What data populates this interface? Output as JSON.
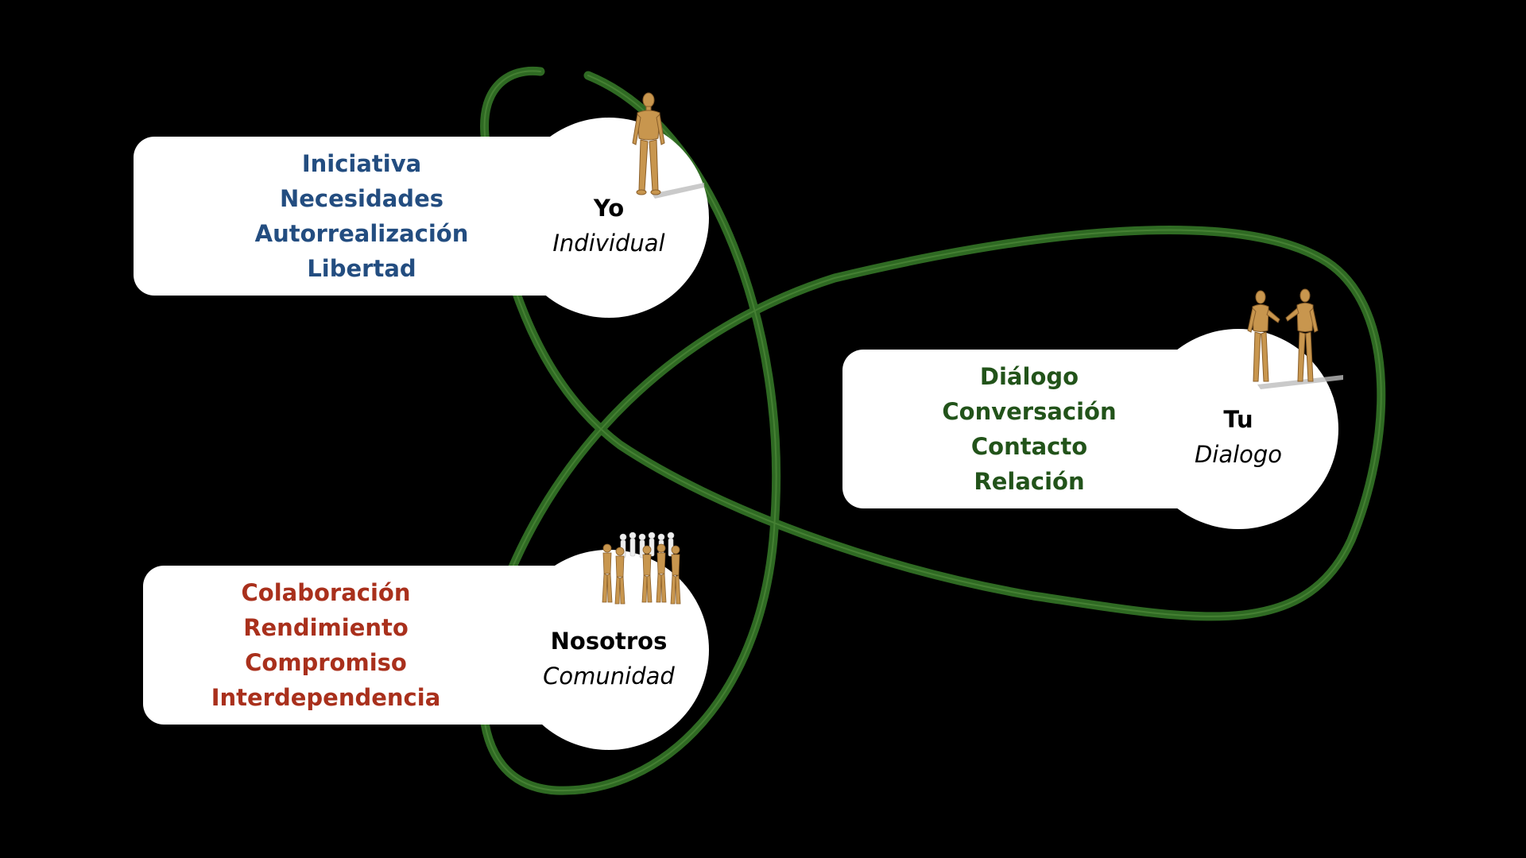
{
  "colors": {
    "background": "#000000",
    "loop": "#2f6a23",
    "yo_text": "#234d80",
    "tu_text": "#22531a",
    "nosotros_text": "#a9301c",
    "figure_wood": "#c8964e"
  },
  "yo": {
    "title": "Yo",
    "subtitle": "Individual",
    "items": [
      "Iniciativa",
      "Necesidades",
      "Autorrealización",
      "Libertad"
    ],
    "icon": "single-wooden-figure-icon"
  },
  "tu": {
    "title": "Tu",
    "subtitle": "Dialogo",
    "items": [
      "Diálogo",
      "Conversación",
      "Contacto",
      "Relación"
    ],
    "icon": "two-wooden-figures-icon"
  },
  "nosotros": {
    "title": "Nosotros",
    "subtitle": "Comunidad",
    "items": [
      "Colaboración",
      "Rendimiento",
      "Compromiso",
      "Interdependencia"
    ],
    "icon": "group-of-wooden-figures-icon"
  }
}
